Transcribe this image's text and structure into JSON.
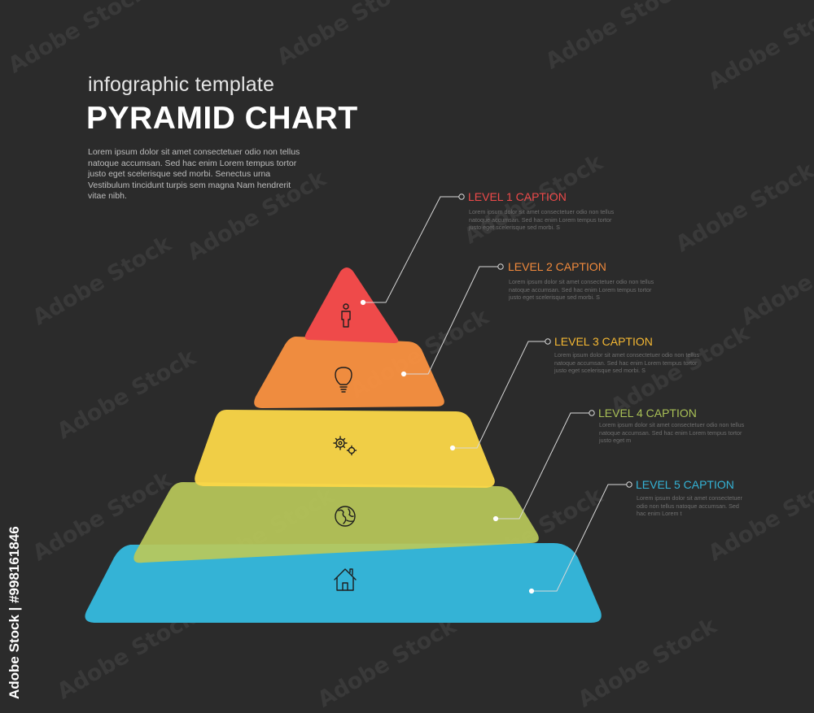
{
  "header": {
    "subtitle": "infographic template",
    "title": "PYRAMID CHART",
    "intro": "Lorem ipsum dolor sit amet consectetuer odio non tellus natoque accumsan. Sed hac enim Lorem tempus tortor justo eget scelerisque sed morbi. Senectus urna Vestibulum tincidunt turpis sem magna Nam hendrerit vitae nibh."
  },
  "levels": [
    {
      "caption": "LEVEL 1 CAPTION",
      "color": "#ef4a4a",
      "icon": "person-icon",
      "body": "Lorem ipsum dolor sit amet consectetuer odio non tellus natoque accumsan. Sed hac enim Lorem tempus tortor justo eget scelerisque sed morbi. S"
    },
    {
      "caption": "LEVEL 2 CAPTION",
      "color": "#f28a3c",
      "icon": "lightbulb-icon",
      "body": "Lorem ipsum dolor sit amet consectetuer odio non tellus natoque accumsan. Sed hac enim Lorem tempus tortor justo eget scelerisque sed morbi. S"
    },
    {
      "caption": "LEVEL 3 CAPTION",
      "color": "#f5b833",
      "icon": "gears-icon",
      "body": "Lorem ipsum dolor sit amet consectetuer odio non tellus natoque accumsan. Sed hac enim Lorem tempus tortor justo eget scelerisque sed morbi. S"
    },
    {
      "caption": "LEVEL 4 CAPTION",
      "color": "#a9c056",
      "icon": "globe-icon",
      "body": "Lorem ipsum dolor sit amet consectetuer odio non tellus natoque accumsan. Sed hac enim Lorem tempus tortor justo eget m"
    },
    {
      "caption": "LEVEL 5 CAPTION",
      "color": "#34b3d6",
      "icon": "home-icon",
      "body": "Lorem ipsum dolor sit amet consectetuer odio non tellus natoque accumsan. Sed hac enim Lorem t"
    }
  ],
  "watermark": "Adobe Stock",
  "stock_id": "Adobe Stock | #998161846"
}
